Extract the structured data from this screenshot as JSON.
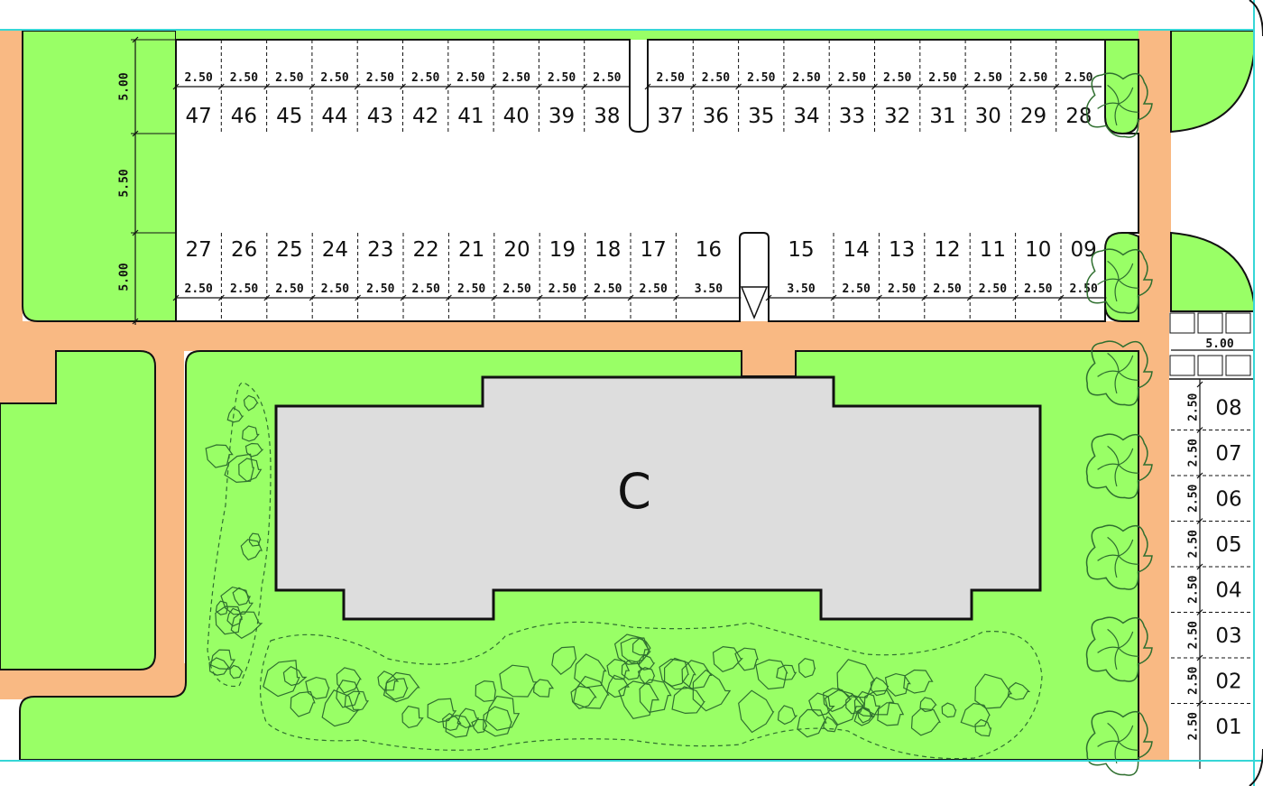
{
  "colors": {
    "grass": "#99ff66",
    "path": "#f9b983",
    "building": "#dddddd",
    "line": "#111111",
    "frame": "#36d6d6",
    "foliage": "#2f6f2f"
  },
  "building": {
    "label": "C"
  },
  "top_row": {
    "left_spaces": [
      {
        "num": "47",
        "width": "2.50"
      },
      {
        "num": "46",
        "width": "2.50"
      },
      {
        "num": "45",
        "width": "2.50"
      },
      {
        "num": "44",
        "width": "2.50"
      },
      {
        "num": "43",
        "width": "2.50"
      },
      {
        "num": "42",
        "width": "2.50"
      },
      {
        "num": "41",
        "width": "2.50"
      },
      {
        "num": "40",
        "width": "2.50"
      },
      {
        "num": "39",
        "width": "2.50"
      },
      {
        "num": "38",
        "width": "2.50"
      }
    ],
    "right_spaces": [
      {
        "num": "37",
        "width": "2.50"
      },
      {
        "num": "36",
        "width": "2.50"
      },
      {
        "num": "35",
        "width": "2.50"
      },
      {
        "num": "34",
        "width": "2.50"
      },
      {
        "num": "33",
        "width": "2.50"
      },
      {
        "num": "32",
        "width": "2.50"
      },
      {
        "num": "31",
        "width": "2.50"
      },
      {
        "num": "30",
        "width": "2.50"
      },
      {
        "num": "29",
        "width": "2.50"
      },
      {
        "num": "28",
        "width": "2.50"
      }
    ]
  },
  "bottom_row": {
    "left_spaces": [
      {
        "num": "27",
        "width": "2.50"
      },
      {
        "num": "26",
        "width": "2.50"
      },
      {
        "num": "25",
        "width": "2.50"
      },
      {
        "num": "24",
        "width": "2.50"
      },
      {
        "num": "23",
        "width": "2.50"
      },
      {
        "num": "22",
        "width": "2.50"
      },
      {
        "num": "21",
        "width": "2.50"
      },
      {
        "num": "20",
        "width": "2.50"
      },
      {
        "num": "19",
        "width": "2.50"
      },
      {
        "num": "18",
        "width": "2.50"
      },
      {
        "num": "17",
        "width": "2.50"
      },
      {
        "num": "16",
        "width": "3.50"
      }
    ],
    "right_spaces": [
      {
        "num": "15",
        "width": "3.50"
      },
      {
        "num": "14",
        "width": "2.50"
      },
      {
        "num": "13",
        "width": "2.50"
      },
      {
        "num": "12",
        "width": "2.50"
      },
      {
        "num": "11",
        "width": "2.50"
      },
      {
        "num": "10",
        "width": "2.50"
      },
      {
        "num": "09",
        "width": "2.50"
      }
    ]
  },
  "side_spaces": {
    "header_dim": "5.00",
    "spaces": [
      {
        "num": "08",
        "width": "2.50"
      },
      {
        "num": "07",
        "width": "2.50"
      },
      {
        "num": "06",
        "width": "2.50"
      },
      {
        "num": "05",
        "width": "2.50"
      },
      {
        "num": "04",
        "width": "2.50"
      },
      {
        "num": "03",
        "width": "2.50"
      },
      {
        "num": "02",
        "width": "2.50"
      },
      {
        "num": "01",
        "width": "2.50"
      }
    ]
  },
  "vertical_dims": [
    "5.00",
    "5.50",
    "5.00"
  ]
}
